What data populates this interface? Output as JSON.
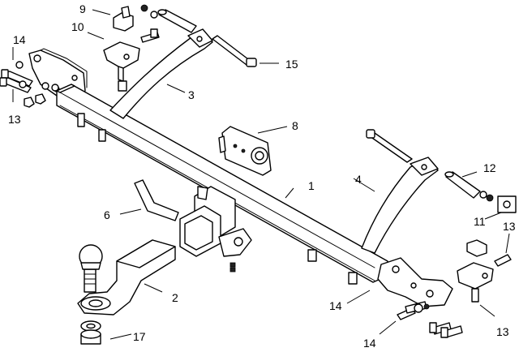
{
  "diagram": {
    "callouts": [
      {
        "id": "c1",
        "text": "1"
      },
      {
        "id": "c2",
        "text": "2"
      },
      {
        "id": "c3",
        "text": "3"
      },
      {
        "id": "c4",
        "text": "4"
      },
      {
        "id": "c6",
        "text": "6"
      },
      {
        "id": "c8",
        "text": "8"
      },
      {
        "id": "c9",
        "text": "9"
      },
      {
        "id": "c10",
        "text": "10"
      },
      {
        "id": "c11",
        "text": "11"
      },
      {
        "id": "c12",
        "text": "12"
      },
      {
        "id": "c13a",
        "text": "13"
      },
      {
        "id": "c13b",
        "text": "13"
      },
      {
        "id": "c13c",
        "text": "13"
      },
      {
        "id": "c14a",
        "text": "14"
      },
      {
        "id": "c14b",
        "text": "14"
      },
      {
        "id": "c14c",
        "text": "14"
      },
      {
        "id": "c15",
        "text": "15"
      },
      {
        "id": "c17",
        "text": "17"
      }
    ]
  }
}
